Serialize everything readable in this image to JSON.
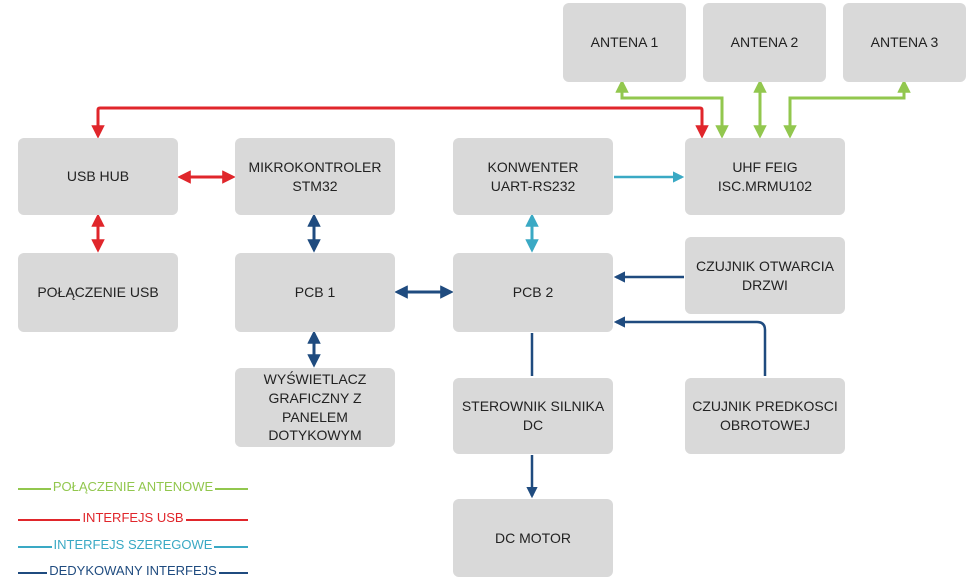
{
  "colors": {
    "antenna": "#92c74e",
    "usb": "#e0262b",
    "serial": "#3aa9c4",
    "dedicated": "#1f4b7f",
    "box": "#d9d9d9"
  },
  "blocks": {
    "antena1": [
      "ANTENA 1"
    ],
    "antena2": [
      "ANTENA 2"
    ],
    "antena3": [
      "ANTENA 3"
    ],
    "usb_hub": [
      "USB HUB"
    ],
    "mikrokontroler": [
      "MIKROKONTROLER",
      "STM32"
    ],
    "konwenter": [
      "KONWENTER",
      "UART-RS232"
    ],
    "uhf_feig": [
      "UHF FEIG",
      "ISC.MRMU102"
    ],
    "polaczenie_usb": [
      "POŁĄCZENIE USB"
    ],
    "pcb1": [
      "PCB 1"
    ],
    "pcb2": [
      "PCB 2"
    ],
    "czujnik_drzwi": [
      "CZUJNIK OTWARCIA",
      "DRZWI"
    ],
    "wyswietlacz": [
      "WYŚWIETLACZ",
      "GRAFICZNY Z",
      "PANELEM",
      "DOTYKOWYM"
    ],
    "sterownik": [
      "STEROWNIK SILNIKA",
      "DC"
    ],
    "czujnik_predkosci": [
      "CZUJNIK PREDKOSCI",
      "OBROTOWEJ"
    ],
    "dc_motor": [
      "DC MOTOR"
    ]
  },
  "legend": {
    "antenowe": "POŁĄCZENIE ANTENOWE",
    "usb": "INTERFEJS USB",
    "szeregowe": "INTERFEJS SZEREGOWE",
    "dedykowany": "DEDYKOWANY INTERFEJS"
  }
}
